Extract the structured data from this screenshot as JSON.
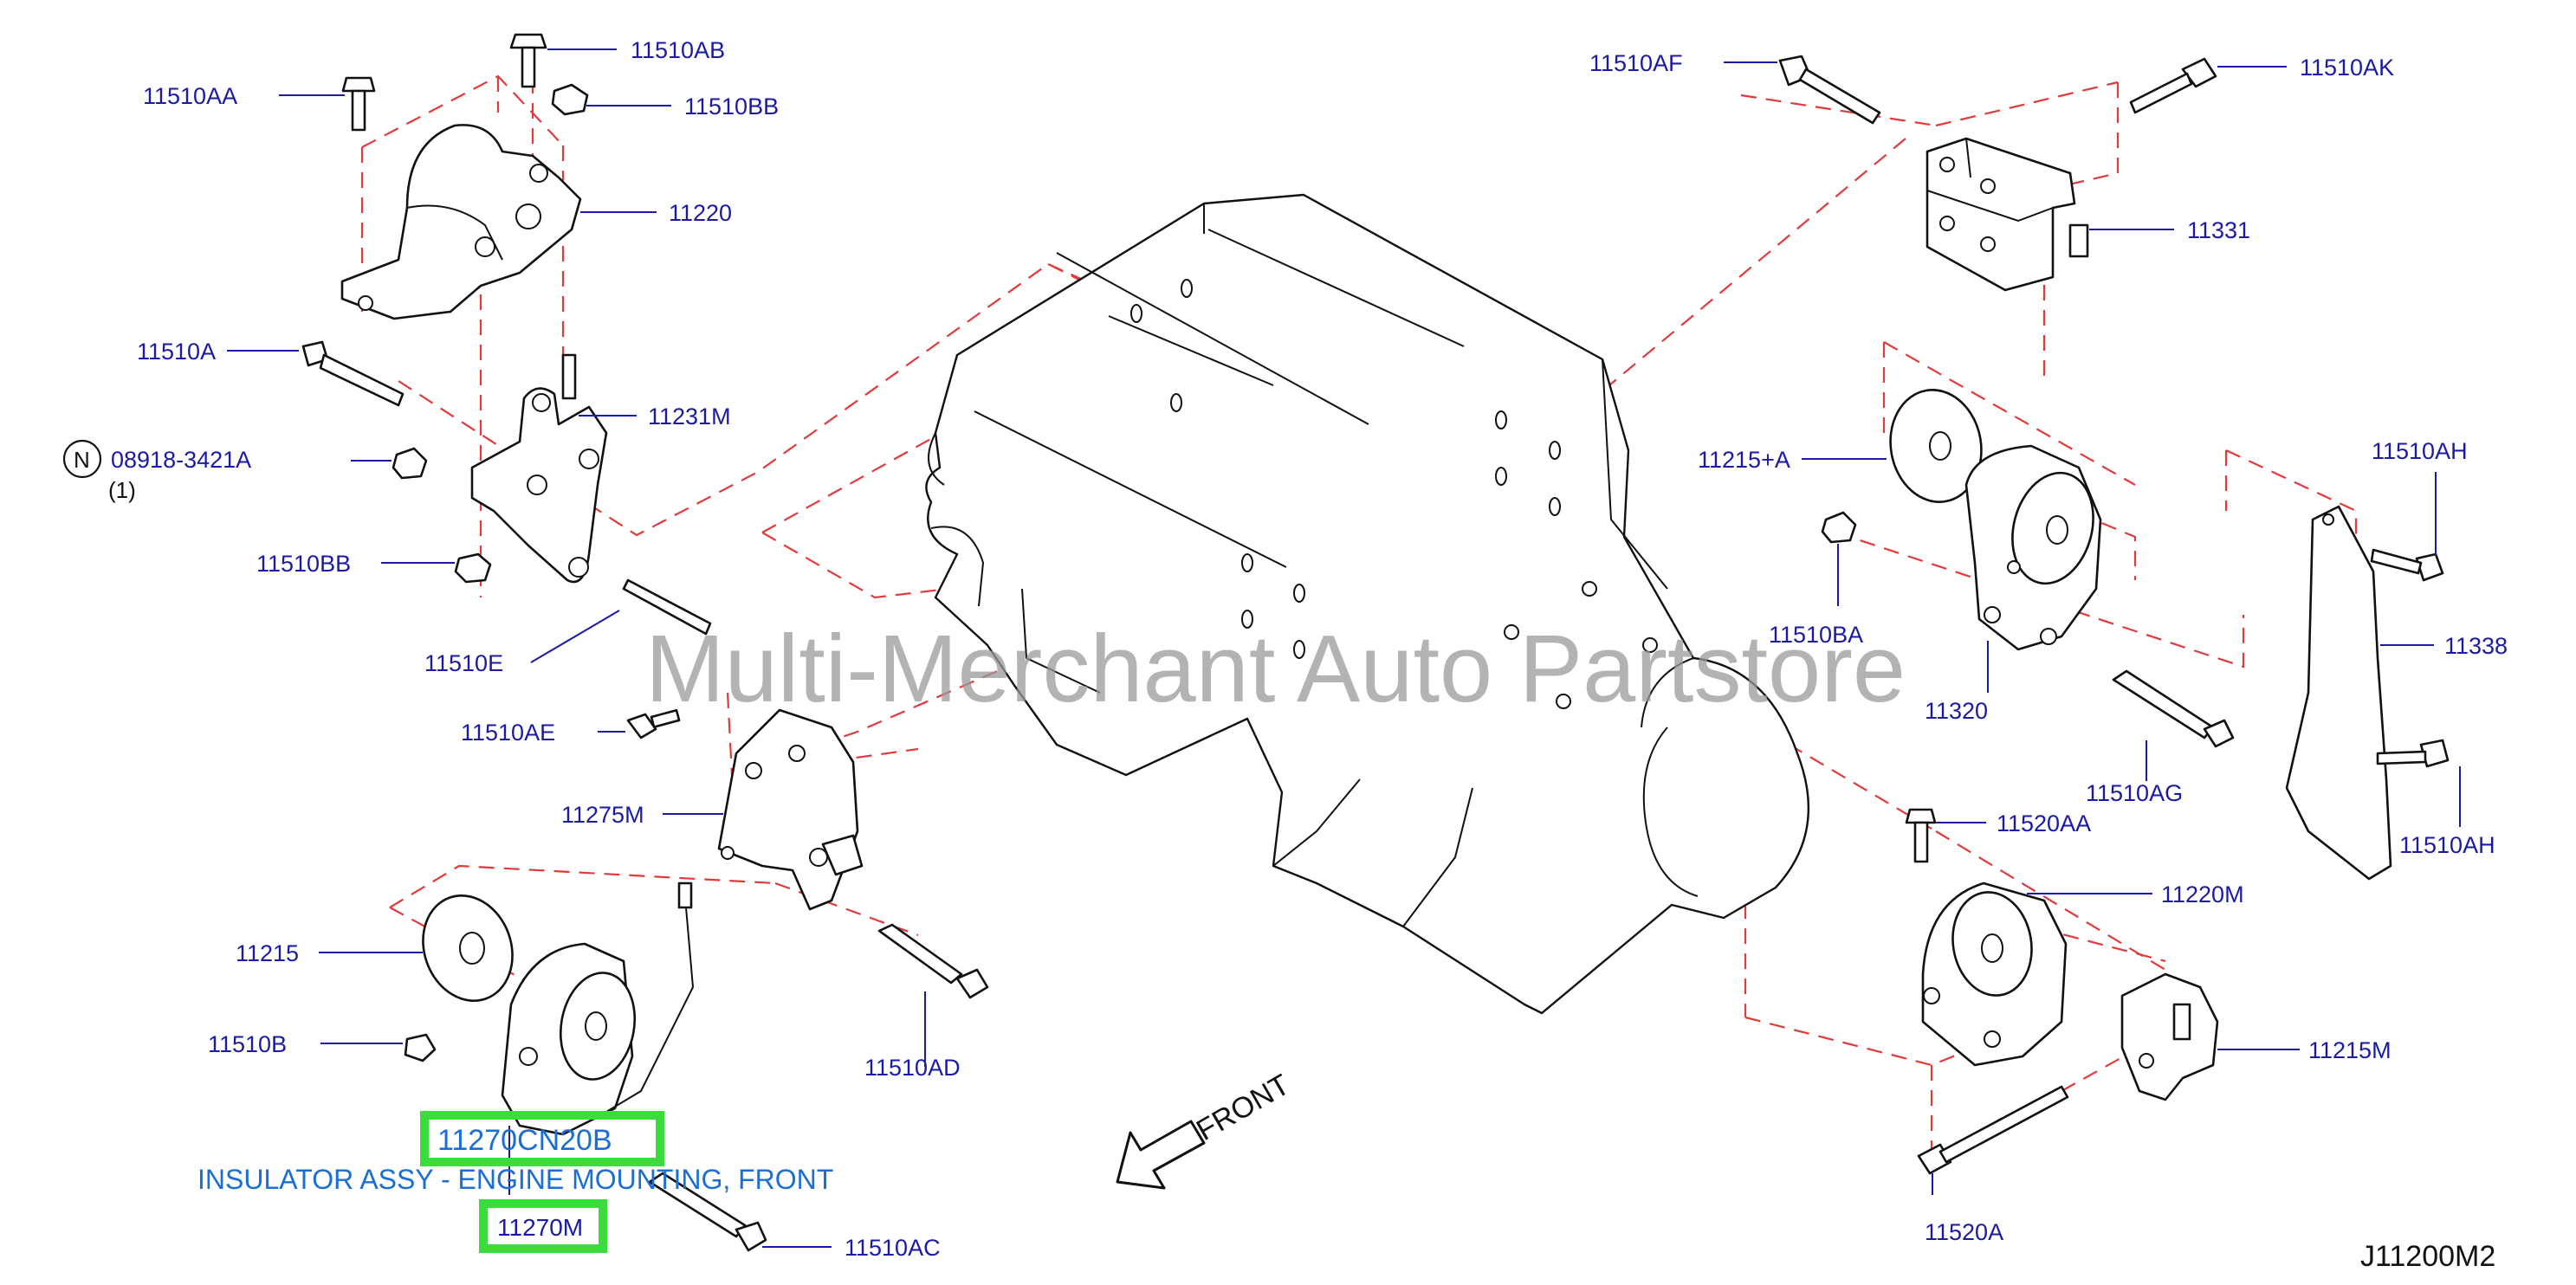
{
  "diagram_code": "J11200M2",
  "watermark": "Multi-Merchant Auto Partstore",
  "front_label": "FRONT",
  "highlight": {
    "part_number": "11270CN20B",
    "description": "INSULATOR ASSY - ENGINE MOUNTING, FRONT",
    "ref": "11270M"
  },
  "note_part": {
    "symbol": "N",
    "number": "08918-3421A",
    "qty": "(1)"
  },
  "labels": {
    "l11510AA": "11510AA",
    "l11510AB": "11510AB",
    "l11510BB_top": "11510BB",
    "l11220": "11220",
    "l11510A": "11510A",
    "l11231M": "11231M",
    "l11510BB_low": "11510BB",
    "l11510E": "11510E",
    "l11510AE": "11510AE",
    "l11275M": "11275M",
    "l11215": "11215",
    "l11510B": "11510B",
    "l11510AD": "11510AD",
    "l11510AC": "11510AC",
    "l11510AF": "11510AF",
    "l11510AK": "11510AK",
    "l11331": "11331",
    "l11215A": "11215+A",
    "l11510AH_top": "11510AH",
    "l11510BA": "11510BA",
    "l11338": "11338",
    "l11320": "11320",
    "l11510AG": "11510AG",
    "l11510AH_low": "11510AH",
    "l11520AA": "11520AA",
    "l11220M": "11220M",
    "l11215M": "11215M",
    "l11520A": "11520A"
  }
}
